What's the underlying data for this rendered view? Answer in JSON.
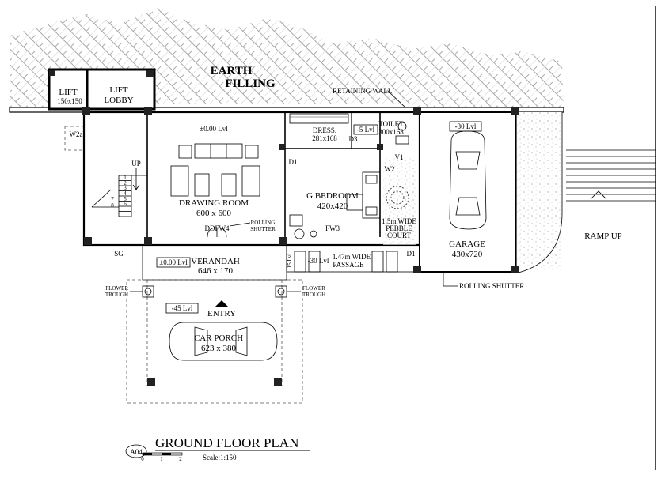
{
  "labels": {
    "earth_filling_1": "EARTH",
    "earth_filling_2": "FILLING",
    "retaining_wall": "RETAINING WALL",
    "lift": "LIFT",
    "lift_size": "150x150",
    "lift_lobby_1": "LIFT",
    "lift_lobby_2": "LOBBY",
    "w2a": "W2a",
    "up": "UP",
    "stair_steps": [
      "1",
      "2",
      "3",
      "4",
      "5",
      "6",
      "7",
      "8"
    ],
    "drawing_lvl": "±0.00 Lvl",
    "drawing_room": "DRAWING ROOM",
    "drawing_size": "600 x 600",
    "dress": "DRESS.",
    "dress_size": "281x168",
    "toilet_lvl": "-5 Lvl",
    "toilet": "TOILET",
    "toilet_size": "300x168",
    "d3": "D3",
    "v1": "V1",
    "d1_bed": "D1",
    "w2": "W2",
    "gbedroom": "G.BEDROOM",
    "gbedroom_size": "420x420",
    "fw3": "FW3",
    "pebble_1": "1.5m WIDE",
    "pebble_2": "PEBBLE",
    "pebble_3": "COURT",
    "ddfw4": "DDFW4",
    "rolling_shutter_small_1": "ROLLING",
    "rolling_shutter_small_2": "SHUTTER",
    "sg": "SG",
    "verandah_lvl": "±0.00 Lvl",
    "verandah": "VERANDAH",
    "verandah_size": "646 x 170",
    "step_15": "15 Lvl",
    "passage_lvl": "-30 Lvl",
    "passage_1": "1.47m WIDE",
    "passage_2": "PASSAGE",
    "d1_passage": "D1",
    "garage_lvl": "-30 Lvl",
    "garage": "GARAGE",
    "garage_size": "430x720",
    "rolling_shutter": "ROLLING SHUTTER",
    "ramp_up": "RAMP UP",
    "flower_left_1": "FLOWER",
    "flower_left_2": "TROUGH",
    "flower_right_1": "FLOWER",
    "flower_right_2": "TROUGH",
    "porch_lvl": "-45 Lvl",
    "entry": "ENTRY",
    "car_porch": "CAR PORCH",
    "car_porch_size": "623 x 380"
  },
  "title_block": {
    "tag": "A04",
    "title": "GROUND FLOOR PLAN",
    "scale": "Scale:1:150",
    "scale_ticks": [
      "0",
      "1",
      "2"
    ]
  },
  "colors": {
    "line": "#000000",
    "hatch": "#9a9a9a",
    "pebble": "#9a9a9a"
  }
}
